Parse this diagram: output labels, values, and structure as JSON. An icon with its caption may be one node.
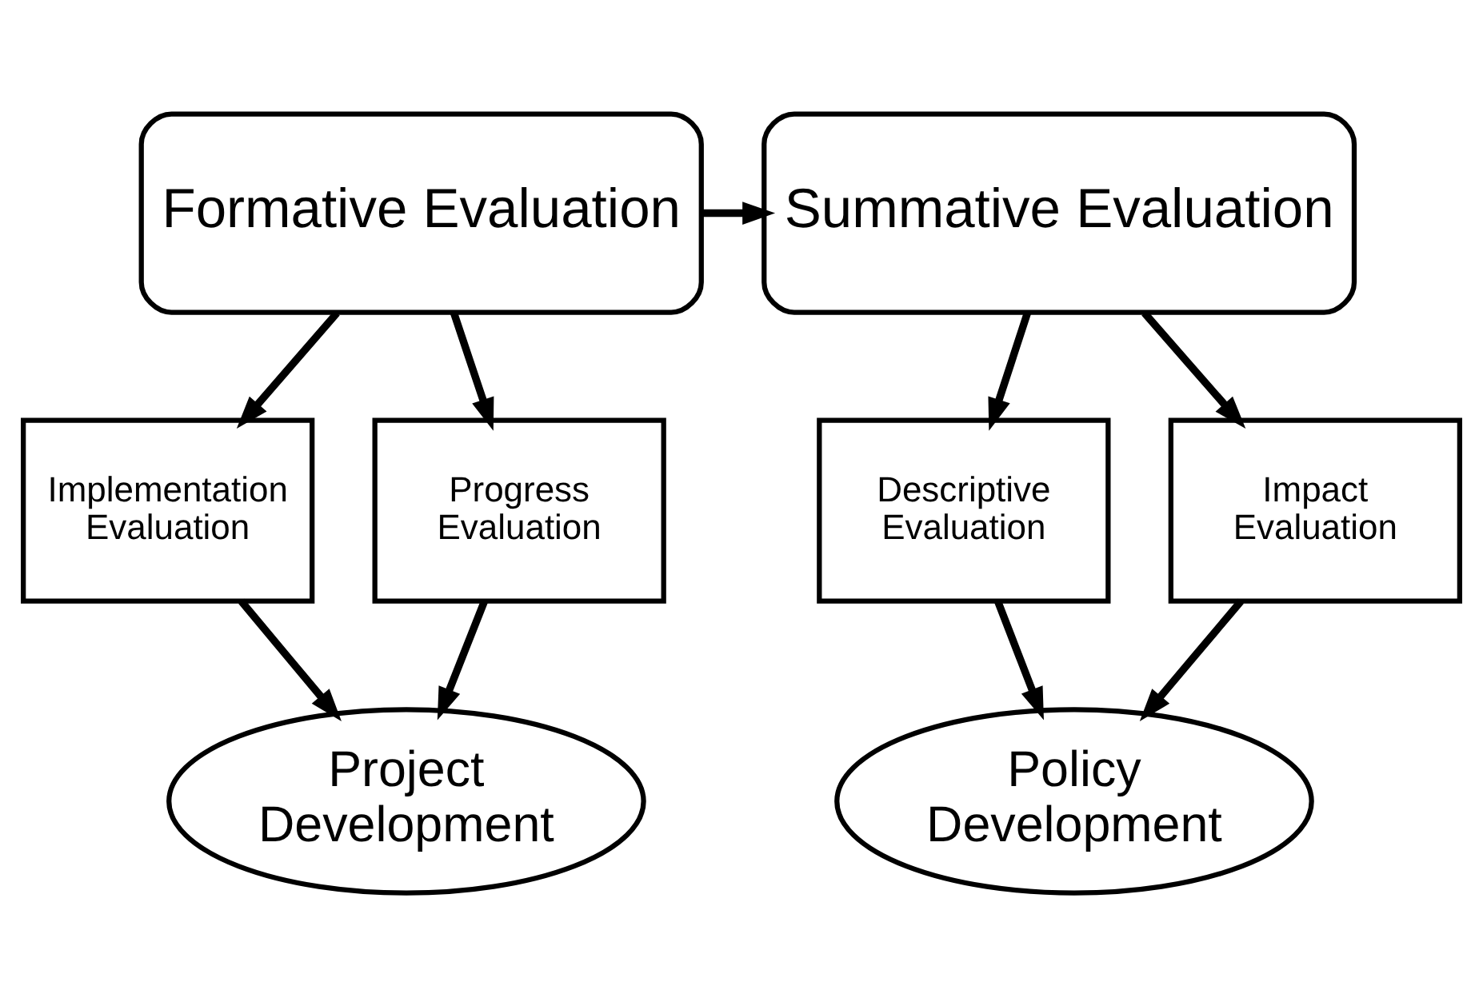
{
  "diagram": {
    "nodes": [
      {
        "text": [
          "Formative Evaluation"
        ]
      },
      {
        "text": [
          "Summative Evaluation"
        ]
      },
      {
        "text": [
          "Implementation Evaluation"
        ]
      },
      {
        "text": [
          "Progress Evaluation"
        ]
      },
      {
        "text": [
          "Descriptive Evaluation"
        ]
      },
      {
        "text": [
          "Impact Evaluation"
        ]
      },
      {
        "text": [
          "Project Development"
        ]
      },
      {
        "text": [
          "Policy Development"
        ]
      }
    ],
    "edges": [
      {
        "from": 0,
        "to": 1,
        "arrow": "to"
      },
      {
        "from": 0,
        "to": 2,
        "arrow": "to"
      },
      {
        "from": 0,
        "to": 3,
        "arrow": "to"
      },
      {
        "from": 1,
        "to": 4,
        "arrow": "to"
      },
      {
        "from": 1,
        "to": 5,
        "arrow": "to"
      },
      {
        "from": 2,
        "to": 6,
        "arrow": "to"
      },
      {
        "from": 3,
        "to": 6,
        "arrow": "to"
      },
      {
        "from": 4,
        "to": 7,
        "arrow": "to"
      },
      {
        "from": 5,
        "to": 7,
        "arrow": "to"
      }
    ]
  }
}
